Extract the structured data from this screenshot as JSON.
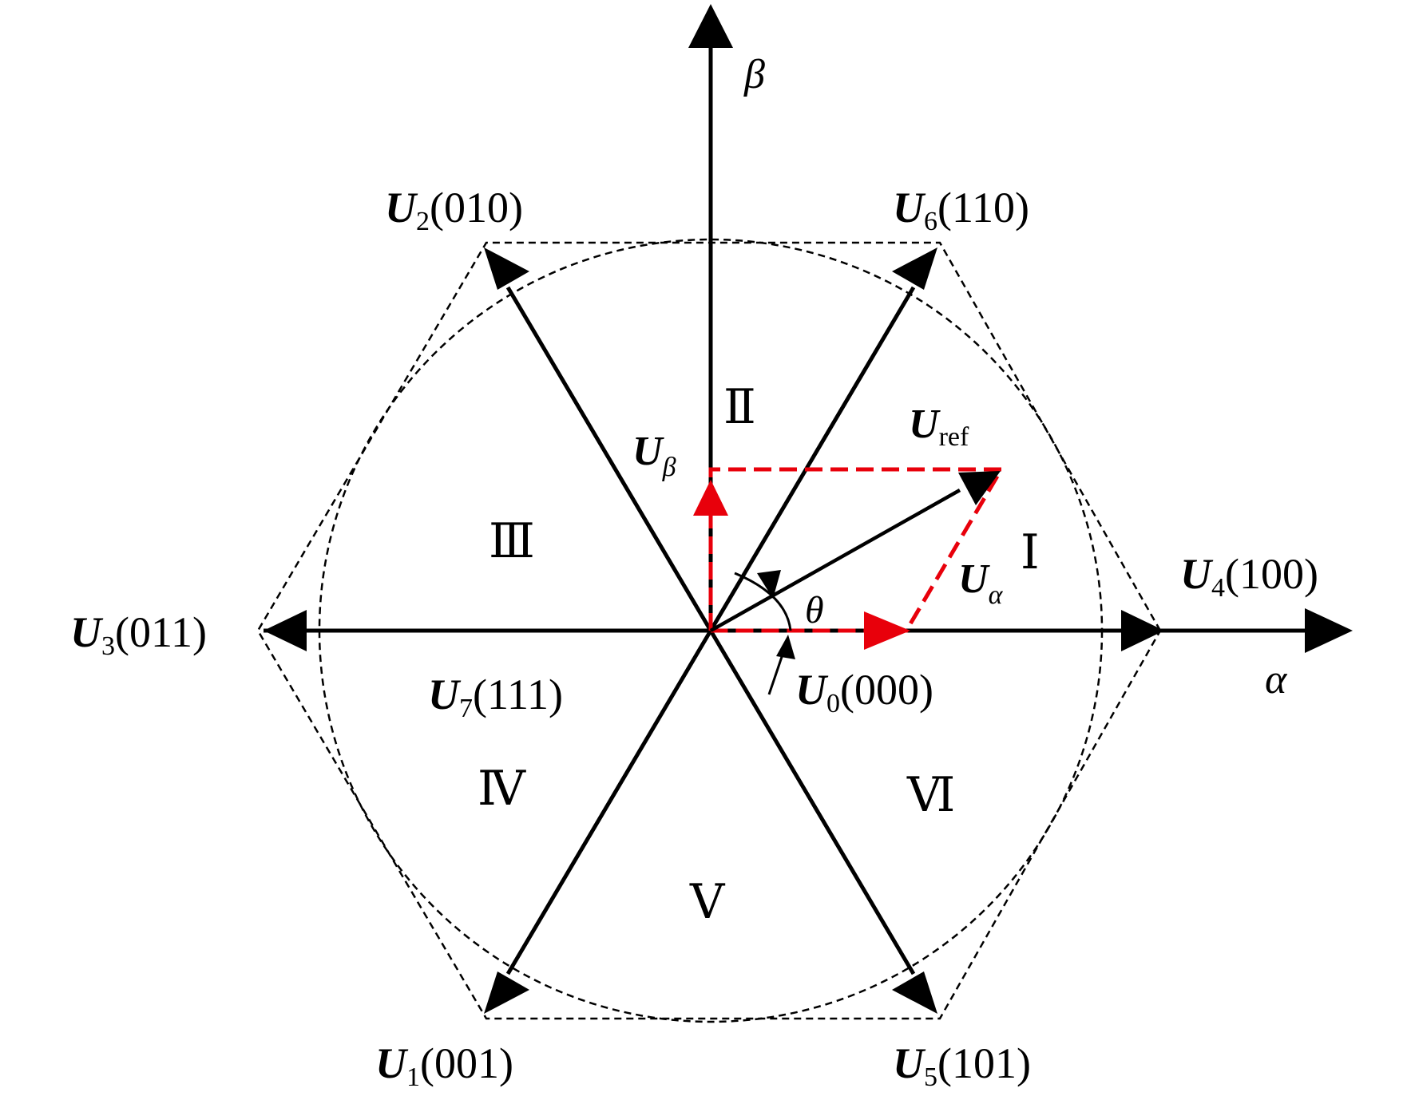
{
  "axes": {
    "alpha_label": "α",
    "beta_label": "β"
  },
  "vectors": [
    {
      "id": "u0",
      "name": "U",
      "sub": "0",
      "state": "(000)"
    },
    {
      "id": "u1",
      "name": "U",
      "sub": "1",
      "state": "(001)"
    },
    {
      "id": "u2",
      "name": "U",
      "sub": "2",
      "state": "(010)"
    },
    {
      "id": "u3",
      "name": "U",
      "sub": "3",
      "state": "(011)"
    },
    {
      "id": "u4",
      "name": "U",
      "sub": "4",
      "state": "(100)"
    },
    {
      "id": "u5",
      "name": "U",
      "sub": "5",
      "state": "(101)"
    },
    {
      "id": "u6",
      "name": "U",
      "sub": "6",
      "state": "(110)"
    },
    {
      "id": "u7",
      "name": "U",
      "sub": "7",
      "state": "(111)"
    }
  ],
  "reference": {
    "ref_name": "U",
    "ref_sub": "ref",
    "alpha_name": "U",
    "alpha_sub": "α",
    "beta_name": "U",
    "beta_sub": "β",
    "angle": "θ"
  },
  "sectors": [
    "Ⅰ",
    "Ⅱ",
    "Ⅲ",
    "Ⅳ",
    "Ⅴ",
    "Ⅵ"
  ],
  "colors": {
    "line": "#000000",
    "highlight": "#e8000b",
    "background": "#ffffff"
  }
}
